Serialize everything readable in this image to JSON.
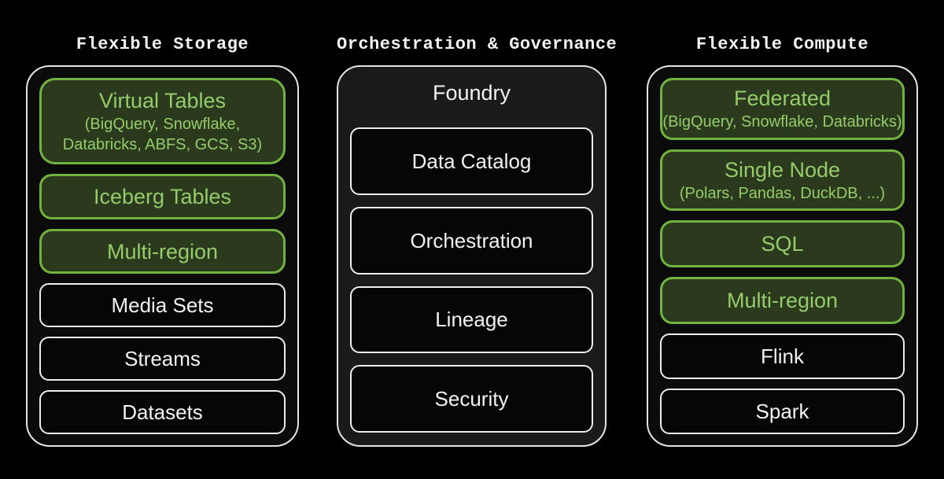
{
  "colors": {
    "background": "#000000",
    "header_text": "#f2f2f2",
    "container_border": "#e4e4e4",
    "container_fill": "#0b0b0b",
    "governance_fill": "#1a1a1a",
    "white_box_border": "#ededed",
    "white_box_fill": "#060606",
    "white_box_text": "#f2f2f2",
    "green_box_border": "#72b240",
    "green_box_fill": "#2b3a1c",
    "green_box_text": "#94cc6c"
  },
  "columns": [
    {
      "id": "flexible-storage",
      "header": "Flexible Storage",
      "title": null,
      "boxes": [
        {
          "label": "Virtual Tables",
          "variant": "green",
          "sublines": [
            "(BigQuery, Snowflake,",
            "Databricks, ABFS, GCS, S3)"
          ]
        },
        {
          "label": "Iceberg Tables",
          "variant": "green"
        },
        {
          "label": "Multi-region",
          "variant": "green"
        },
        {
          "label": "Media Sets",
          "variant": "white"
        },
        {
          "label": "Streams",
          "variant": "white"
        },
        {
          "label": "Datasets",
          "variant": "white"
        }
      ]
    },
    {
      "id": "orchestration-governance",
      "header": "Orchestration & Governance",
      "title": "Foundry",
      "boxes": [
        {
          "label": "Data Catalog",
          "variant": "white"
        },
        {
          "label": "Orchestration",
          "variant": "white"
        },
        {
          "label": "Lineage",
          "variant": "white"
        },
        {
          "label": "Security",
          "variant": "white"
        }
      ]
    },
    {
      "id": "flexible-compute",
      "header": "Flexible Compute",
      "title": null,
      "boxes": [
        {
          "label": "Federated",
          "variant": "green",
          "sublines": [
            "(BigQuery, Snowflake, Databricks)"
          ]
        },
        {
          "label": "Single Node",
          "variant": "green",
          "sublines": [
            "(Polars, Pandas, DuckDB, ...)"
          ]
        },
        {
          "label": "SQL",
          "variant": "green"
        },
        {
          "label": "Multi-region",
          "variant": "green"
        },
        {
          "label": "Flink",
          "variant": "white"
        },
        {
          "label": "Spark",
          "variant": "white"
        }
      ]
    }
  ]
}
